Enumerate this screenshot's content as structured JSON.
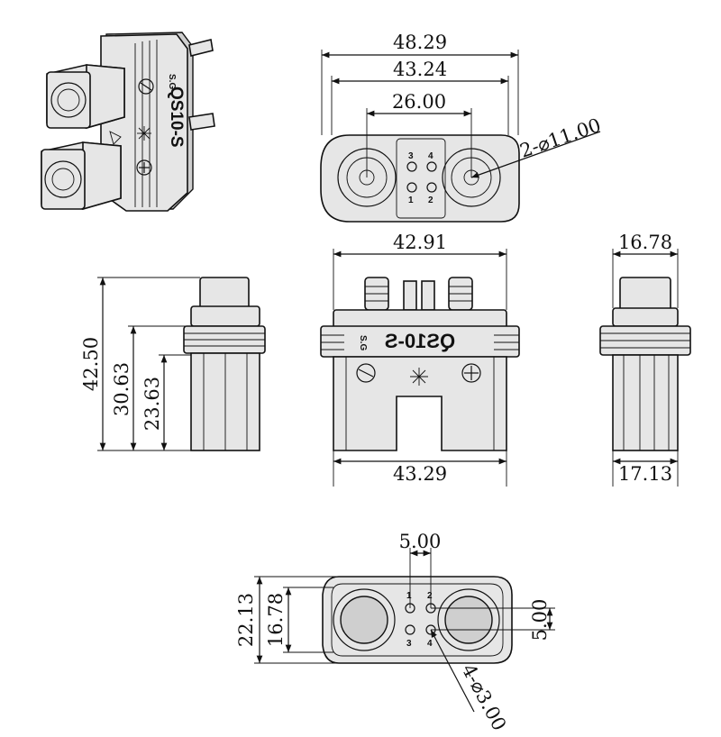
{
  "brand": "QS10-S",
  "face_labels": {
    "polarity": "S.G"
  },
  "pin_numbers": [
    "1",
    "2",
    "3",
    "4"
  ],
  "dimensions": {
    "top_overall_width": "48.29",
    "top_inner_width": "43.24",
    "top_contact_pitch": "26.00",
    "top_contact_diameter": "2-⌀11.00",
    "front_top_width": "42.91",
    "front_bottom_width": "43.29",
    "side_height_total": "42.50",
    "side_height_mid": "30.63",
    "side_height_low": "23.63",
    "right_top_width": "16.78",
    "right_bottom_width": "17.13",
    "bottom_pin_pitch_h": "5.00",
    "bottom_pin_pitch_v": "5.00",
    "bottom_outer_height": "22.13",
    "bottom_inner_height": "16.78",
    "bottom_pin_diameter": "4-⌀3.00"
  }
}
